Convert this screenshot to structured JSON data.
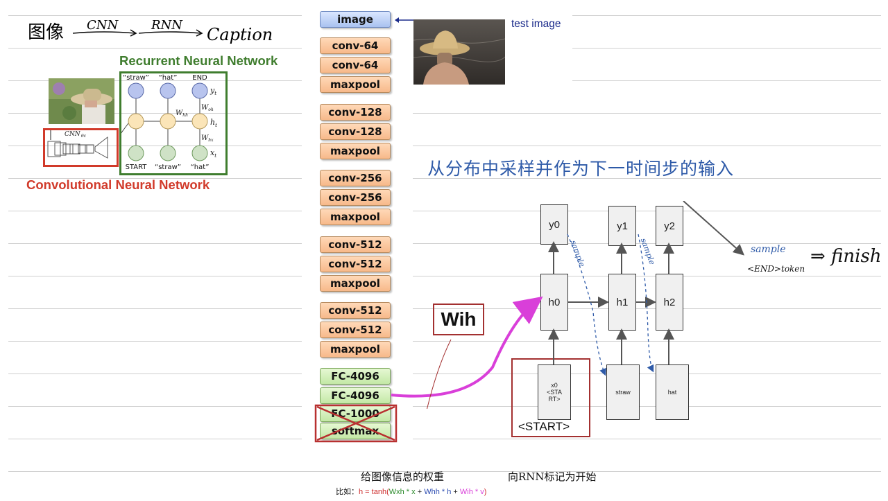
{
  "header": {
    "image_label": "图像",
    "cnn_label": "CNN",
    "rnn_label": "RNN",
    "caption_label": "Caption"
  },
  "small_diagram": {
    "rnn_title": "Recurrent Neural Network",
    "cnn_title": "Convolutional Neural Network",
    "top_words": [
      "“straw”",
      "“hat”",
      "END"
    ],
    "bottom_words": [
      "START",
      "“straw”",
      "“hat”"
    ],
    "labels": {
      "y": "y",
      "h": "h",
      "x": "x",
      "t": "t",
      "whh": "W",
      "whh_sub": "hh",
      "woh": "W",
      "woh_sub": "oh",
      "whx": "W",
      "whx_sub": "hx",
      "cnn": "CNN",
      "cnn_sub": "θc"
    }
  },
  "network": {
    "layers": [
      {
        "label": "image",
        "kind": "blue"
      },
      {
        "label": "conv-64",
        "kind": "orange"
      },
      {
        "label": "conv-64",
        "kind": "orange"
      },
      {
        "label": "maxpool",
        "kind": "orange"
      },
      {
        "label": "conv-128",
        "kind": "orange"
      },
      {
        "label": "conv-128",
        "kind": "orange"
      },
      {
        "label": "maxpool",
        "kind": "orange"
      },
      {
        "label": "conv-256",
        "kind": "orange"
      },
      {
        "label": "conv-256",
        "kind": "orange"
      },
      {
        "label": "maxpool",
        "kind": "orange"
      },
      {
        "label": "conv-512",
        "kind": "orange"
      },
      {
        "label": "conv-512",
        "kind": "orange"
      },
      {
        "label": "maxpool",
        "kind": "orange"
      },
      {
        "label": "conv-512",
        "kind": "orange"
      },
      {
        "label": "conv-512",
        "kind": "orange"
      },
      {
        "label": "maxpool",
        "kind": "orange"
      },
      {
        "label": "FC-4096",
        "kind": "green"
      },
      {
        "label": "FC-4096",
        "kind": "green"
      },
      {
        "label": "FC-1000",
        "kind": "green"
      },
      {
        "label": "softmax",
        "kind": "green"
      }
    ],
    "test_image_label": "test image"
  },
  "annotations": {
    "sample_title": "从分布中采样并作为下一时间步的输入",
    "wih": "Wih",
    "sample_1": "sample",
    "sample_2": "sample",
    "sample_3": "sample",
    "end_token": "<END>token",
    "finish": "⇒ finish",
    "weight_note": "给图像信息的权重",
    "start_note": "向RNN标记为开始",
    "example_prefix": "比如：",
    "formula": {
      "h_eq": "h = tanh(",
      "wxh": "Wxh * x",
      "plus1": " + ",
      "whh": "Whh * h",
      "plus2": " + ",
      "wih": "Wih * v",
      "close": ")"
    }
  },
  "rnn": {
    "outputs": [
      "y0",
      "y1",
      "y2"
    ],
    "hidden": [
      "h0",
      "h1",
      "h2"
    ],
    "inputs": [
      "x0\n<STA\nRT>",
      "straw",
      "hat"
    ],
    "start_label": "<START>"
  },
  "colors": {
    "green_title": "#3f7d2e",
    "red_title": "#d13a2a",
    "magenta": "#d93fd9",
    "dark_red": "#a33030",
    "blue_ink": "#2e5aa8"
  }
}
